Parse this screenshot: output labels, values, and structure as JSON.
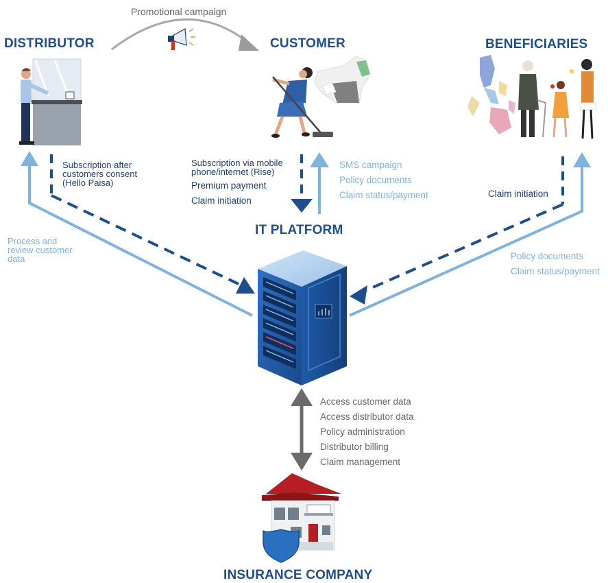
{
  "titles": {
    "distributor": "DISTRIBUTOR",
    "customer": "CUSTOMER",
    "beneficiaries": "BENEFICIARIES",
    "it_platform": "IT PLATFORM",
    "insurance_company": "INSURANCE COMPANY"
  },
  "promo": {
    "label": "Promotional campaign"
  },
  "distributor_flows": {
    "to_platform": [
      "Subscription after",
      "customers consent",
      "(Hello Paisa)"
    ],
    "from_platform": [
      "Process and",
      "review customer",
      "data"
    ]
  },
  "customer_flows": {
    "to_platform": [
      "Subscription via mobile",
      "phone/internet (Rise)",
      "Premium payment",
      "Claim initiation"
    ],
    "from_platform": [
      "SMS campaign",
      "Policy documents",
      "Claim status/payment"
    ]
  },
  "beneficiary_flows": {
    "to_platform": [
      "Claim initiation"
    ],
    "from_platform": [
      "Policy documents",
      "Claim status/payment"
    ]
  },
  "insurer_flows": [
    "Access customer data",
    "Access distributor data",
    "Policy administration",
    "Distributor billing",
    "Claim management"
  ],
  "colors": {
    "dark_blue": "#1f4e8c",
    "light_blue": "#7fb2dd",
    "grey_arrow": "#6b6b6b",
    "curve_grey": "#aaaaaa"
  },
  "icons": [
    "megaphone-icon",
    "distributor-illustration",
    "customer-illustration",
    "map-illustration",
    "philippines-map-illustration",
    "beneficiaries-illustration",
    "server-illustration",
    "insurance-building-illustration",
    "shield-icon"
  ]
}
